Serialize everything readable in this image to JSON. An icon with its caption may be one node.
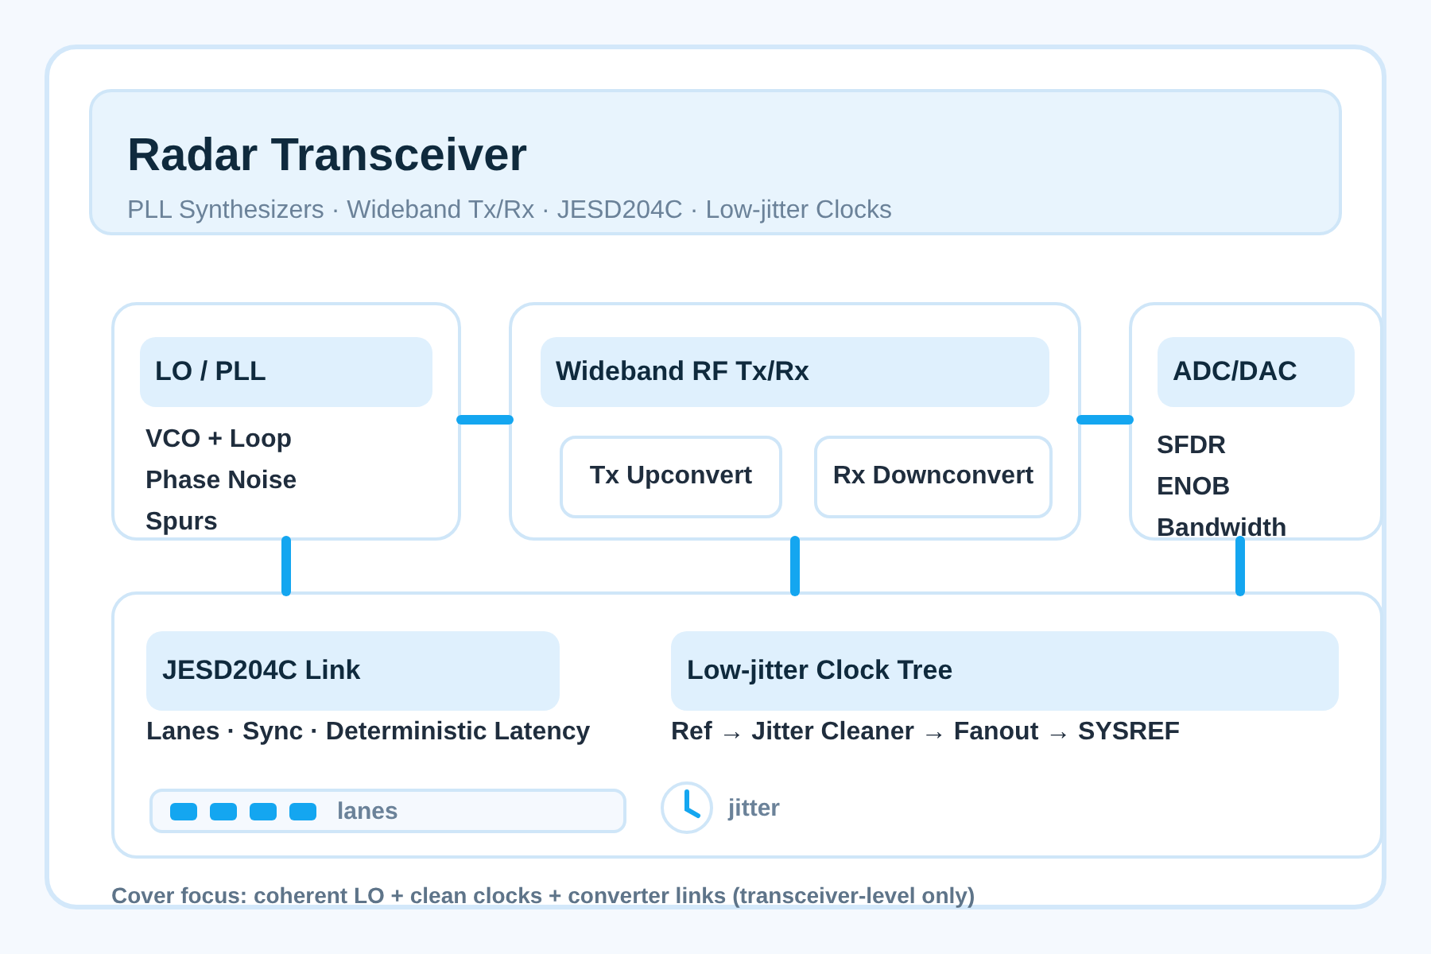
{
  "diagram": {
    "title": "Radar Transceiver",
    "caption": "Cover focus: coherent LO + clean clocks + converter links (transceiver-level only)",
    "nodes": [
      {
        "text": [
          "LO / PLL",
          "VCO + Loop",
          "Phase Noise",
          "Spurs"
        ]
      },
      {
        "text": [
          "Wideband RF Tx/Rx"
        ]
      },
      {
        "text": [
          "Tx Upconvert"
        ],
        "in": 1
      },
      {
        "text": [
          "Rx Downconvert"
        ],
        "in": 1
      },
      {
        "text": [
          "ADC/DAC",
          "SFDR",
          "ENOB",
          "Bandwidth"
        ]
      },
      {
        "text": [],
        "shape": "box"
      },
      {
        "text": [
          "JESD204C Link"
        ],
        "in": 5
      },
      {
        "text": [
          "lanes"
        ],
        "in": 5
      },
      {
        "text": [
          "Low-jitter Clock Tree"
        ],
        "in": 5
      }
    ],
    "edges": [
      {
        "from": 0,
        "to": 1,
        "arrow": "none"
      },
      {
        "from": 1,
        "to": 4,
        "arrow": "none"
      },
      {
        "from": 0,
        "to": 5,
        "arrow": "none"
      },
      {
        "from": 1,
        "to": 5,
        "arrow": "none"
      },
      {
        "from": 4,
        "to": 5,
        "arrow": "none"
      }
    ],
    "labels": [
      "PLL Synthesizers · Wideband Tx/Rx · JESD204C · Low-jitter Clocks",
      "Lanes · Sync · Deterministic Latency",
      "Ref → Jitter Cleaner → Fanout → SYSREF",
      "jitter"
    ]
  }
}
